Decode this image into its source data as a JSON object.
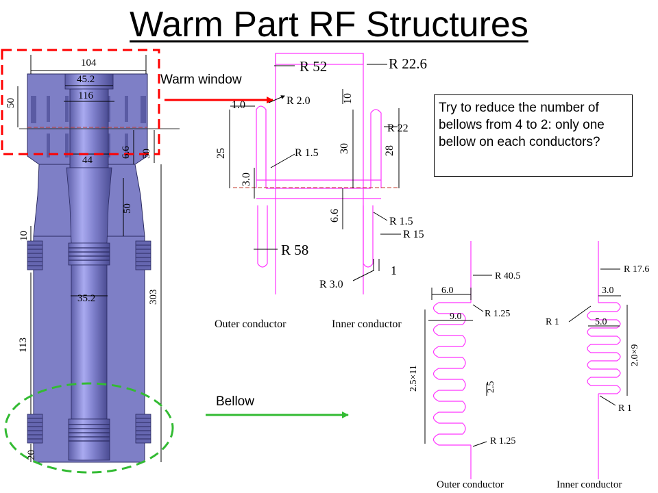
{
  "title": "Warm Part RF Structures",
  "labels": {
    "warm_window": "Warm window",
    "bellow": "Bellow"
  },
  "note": "Try to reduce the number of bellows from 4 to 2: only one bellow on each conductors?",
  "colors": {
    "red_box": "#ff0000",
    "green_ellipse": "#33bb33",
    "pink_drawing": "#ff33ff",
    "body_blue": "#7e7fc6"
  },
  "cad_dims": {
    "d104": "104",
    "d45_2": "45.2",
    "d116": "116",
    "d50a": "50",
    "d6_6": "6.6",
    "d50b": "50",
    "d44": "44",
    "d50c": "50",
    "d10": "10",
    "d35_2": "35.2",
    "d303": "303",
    "d113": "113",
    "d20": "20"
  },
  "window_dims": {
    "r52": "R 52",
    "r22_6": "R 22.6",
    "d10": "10",
    "d1_0": "1.0",
    "r2_0": "R 2.0",
    "r22": "R 22",
    "d25": "25",
    "d30": "30",
    "d28": "28",
    "r1_5a": "R 1.5",
    "d3_0": "3.0",
    "d6_6": "6.6",
    "r1_5b": "R 1.5",
    "r15": "R 15",
    "r58": "R 58",
    "r3_0": "R 3.0",
    "d1": "1",
    "outer_conductor": "Outer conductor",
    "inner_conductor": "Inner conductor"
  },
  "bellow_dims": {
    "r40_5": "R 40.5",
    "d6_0": "6.0",
    "r1_25a": "R 1.25",
    "d9_0": "9.0",
    "d2_5x11": "2.5×11",
    "d2_5": "2.5",
    "r1_25b": "R 1.25",
    "outer_conductor": "Outer conductor",
    "r17_6": "R 17.6",
    "d3_0": "3.0",
    "r1a": "R 1",
    "d5_0": "5.0",
    "d2_0x9": "2.0×9",
    "r1b": "R 1",
    "inner_conductor": "Inner conductor"
  }
}
